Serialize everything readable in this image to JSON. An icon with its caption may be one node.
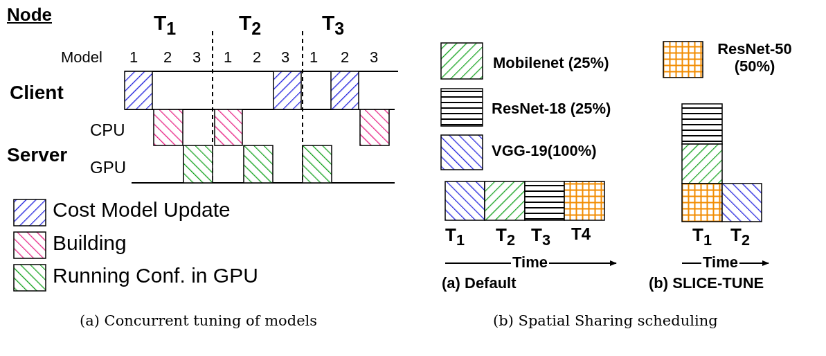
{
  "diagram": {
    "labels": [
      "Node",
      "T$_{1}$",
      "T$_{2}$",
      "T$_{3}$",
      "Model",
      "1",
      "2",
      "3",
      "1",
      "2",
      "3",
      "1",
      "2",
      "3",
      "Client",
      "CPU",
      "Server",
      "GPU",
      "T$_{1}$",
      "T$_{2}$",
      "T$_{3}$",
      "T4",
      "Time",
      "(a) Default",
      "T$_{1}$",
      "T$_{2}$",
      "Time",
      "(b) SLICE-TUNE",
      "(a) Concurrent tuning of models",
      "(b) Spatial Sharing scheduling"
    ],
    "legend": [
      {
        "text": "Cost Model Update"
      },
      {
        "text": "Building"
      },
      {
        "text": "Running Conf. in GPU"
      },
      {
        "text": "Mobilenet (25%)"
      },
      {
        "text": "ResNet-50 (50%)"
      },
      {
        "text": "ResNet-18 (25%)"
      },
      {
        "text": "VGG-19(100%)"
      }
    ]
  }
}
